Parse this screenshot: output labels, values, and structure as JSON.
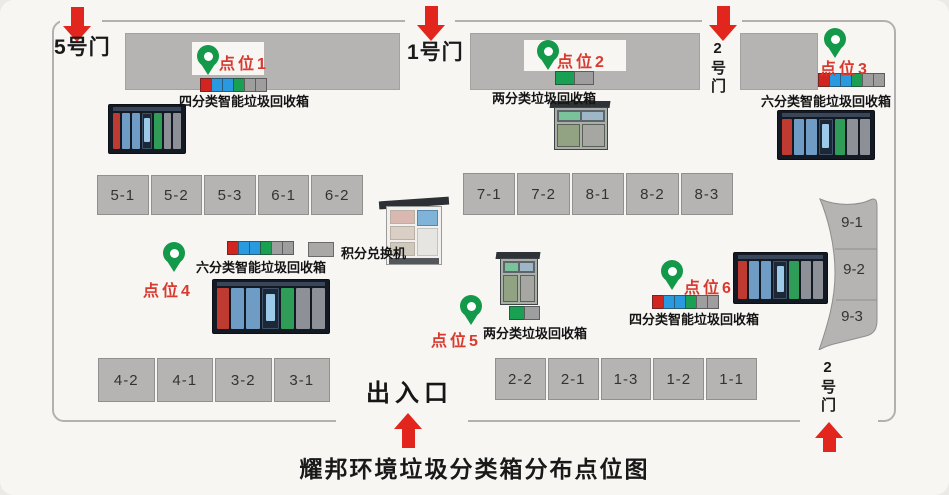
{
  "title": "耀邦环境垃圾分类箱分布点位图",
  "gates": {
    "gate5": "5号门",
    "gate1": "1号门",
    "gate2_top": "2号门",
    "gate2_bottom": "2号门",
    "exit_label": "出入口"
  },
  "legend": {
    "exchange_machine": "积分兑换机"
  },
  "points": {
    "p1": {
      "label": "点位1",
      "bin": "四分类智能垃圾回收箱"
    },
    "p2": {
      "label": "点位2",
      "bin": "两分类垃圾回收箱"
    },
    "p3": {
      "label": "点位3",
      "bin": "六分类智能垃圾回收箱"
    },
    "p4": {
      "label": "点位4",
      "bin": "六分类智能垃圾回收箱"
    },
    "p5": {
      "label": "点位5",
      "bin": "两分类垃圾回收箱"
    },
    "p6": {
      "label": "点位6",
      "bin": "四分类智能垃圾回收箱"
    }
  },
  "buildings": {
    "top_left_row": [
      "5-1",
      "5-2",
      "5-3",
      "6-1",
      "6-2"
    ],
    "mid_row": [
      "7-1",
      "7-2",
      "8-1",
      "8-2",
      "8-3"
    ],
    "tower": [
      "9-1",
      "9-2",
      "9-3"
    ],
    "bottom_left_row": [
      "4-2",
      "4-1",
      "3-2",
      "3-1"
    ],
    "bottom_mid_row": [
      "2-2",
      "2-1",
      "1-3",
      "1-2",
      "1-1"
    ]
  },
  "colors": {
    "arrow_red": "#e2261d",
    "point_label_red": "#d93a30",
    "pin_green": "#14984a",
    "building_gray": "#b5b4b2",
    "sq_red": "#d2251f",
    "sq_blue": "#2a9ae0",
    "sq_green": "#1aa053",
    "sq_gray": "#9e9e9e"
  }
}
